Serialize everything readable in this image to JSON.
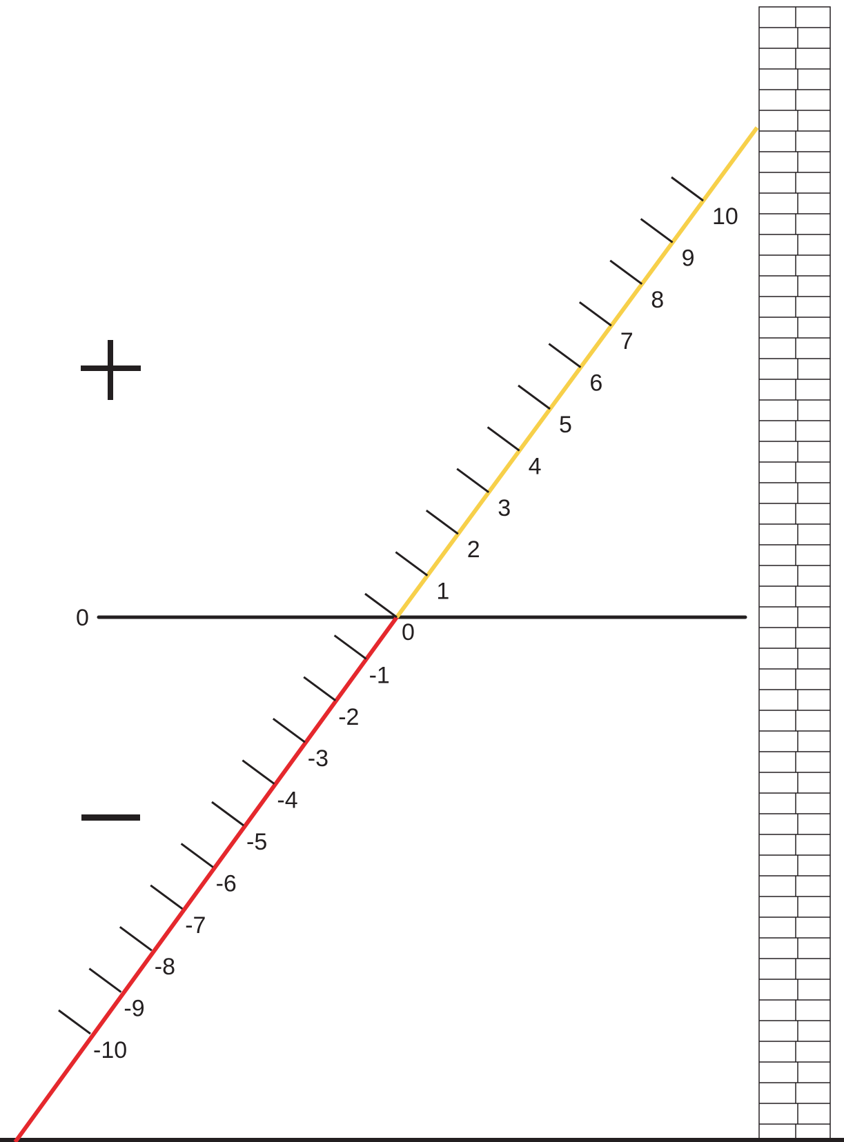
{
  "diagram": {
    "colors": {
      "ink": "#231f20",
      "positive_line": "#f7d04a",
      "negative_line": "#e5282d",
      "wall_fill": "#ffffff"
    },
    "horizontal_zero_label": "0",
    "plus_sign": "+",
    "minus_sign": "−",
    "center_label": "0",
    "positive_labels": [
      "1",
      "2",
      "3",
      "4",
      "5",
      "6",
      "7",
      "8",
      "9",
      "10"
    ],
    "negative_labels": [
      "-1",
      "-2",
      "-3",
      "-4",
      "-5",
      "-6",
      "-7",
      "-8",
      "-9",
      "-10"
    ]
  }
}
